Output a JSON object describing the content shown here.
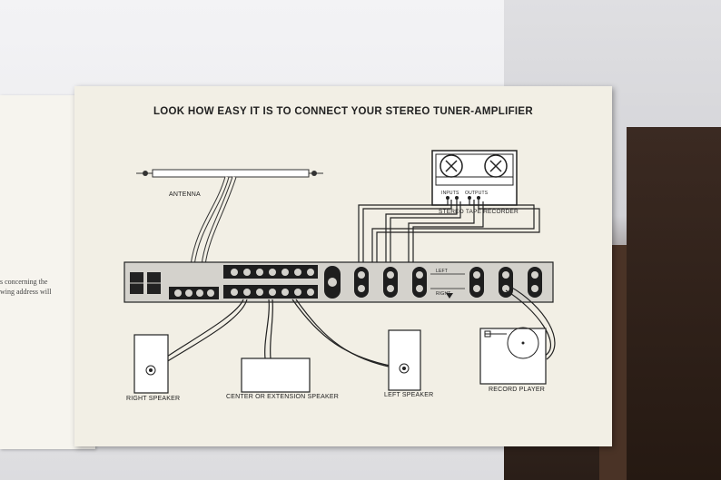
{
  "page": {
    "title": "LOOK HOW EASY IT IS TO CONNECT YOUR STEREO TUNER-AMPLIFIER",
    "left_page_lines": [
      "s concerning the",
      "wing address will"
    ]
  },
  "diagram": {
    "labels": {
      "antenna": "ANTENNA",
      "tape_recorder": "STEREO TAPE RECORDER",
      "tape_inputs": "INPUTS",
      "tape_outputs": "OUTPUTS",
      "right_speaker": "RIGHT SPEAKER",
      "center_speaker": "CENTER OR EXTENSION SPEAKER",
      "left_speaker": "LEFT SPEAKER",
      "record_player": "RECORD PLAYER",
      "left_channel": "LEFT",
      "right_channel": "RIGHT"
    }
  },
  "colors": {
    "paper": "#f2efe5",
    "ink": "#222222",
    "panel": "#d4d2cc"
  }
}
